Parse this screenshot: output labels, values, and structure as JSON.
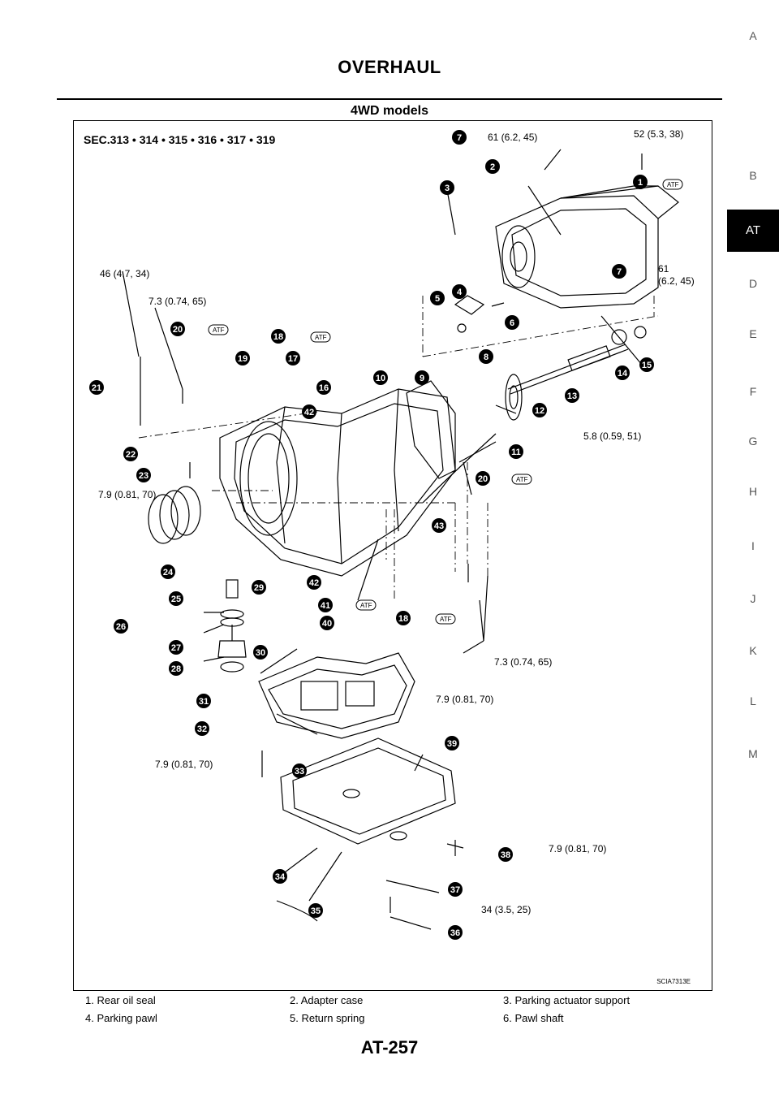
{
  "header": {
    "title": "OVERHAUL",
    "section": "4WD models"
  },
  "side_tabs": [
    "A",
    "B",
    "AT",
    "D",
    "E",
    "F",
    "G",
    "H",
    "I",
    "J",
    "K",
    "L",
    "M"
  ],
  "side_tab_active": "AT",
  "figure": {
    "sec_label": "SEC.313 • 314 • 315 • 316 • 317 • 319",
    "figure_code": "SCIA7313E",
    "atf_label": "ATF",
    "callout_numbers": [
      "1",
      "2",
      "3",
      "4",
      "5",
      "6",
      "7",
      "8",
      "9",
      "10",
      "11",
      "12",
      "13",
      "14",
      "15",
      "16",
      "17",
      "18",
      "19",
      "20",
      "21",
      "22",
      "23",
      "24",
      "25",
      "26",
      "27",
      "28",
      "29",
      "30",
      "31",
      "32",
      "33",
      "34",
      "35",
      "36",
      "37",
      "38",
      "39",
      "40",
      "41",
      "42",
      "43"
    ],
    "torque_specs": {
      "t61": "61 (6.2, 45)",
      "t52": "52 (5.3, 38)",
      "t61b_a": "61",
      "t61b_b": "(6.2, 45)",
      "t46": "46 (4.7, 34)",
      "t73a": "7.3 (0.74, 65)",
      "t58": "5.8 (0.59, 51)",
      "t79a": "7.9 (0.81, 70)",
      "t73b": "7.3 (0.74, 65)",
      "t79b": "7.9 (0.81, 70)",
      "t79c": "7.9 (0.81, 70)",
      "t79d": "7.9 (0.81, 70)",
      "t34": "34 (3.5, 25)"
    }
  },
  "captions": [
    [
      "1.  Rear oil seal",
      "2.  Adapter case",
      "3.  Parking actuator support"
    ],
    [
      "4.  Parking pawl",
      "5.  Return spring",
      "6.  Pawl shaft"
    ]
  ],
  "page_number": "AT-257"
}
